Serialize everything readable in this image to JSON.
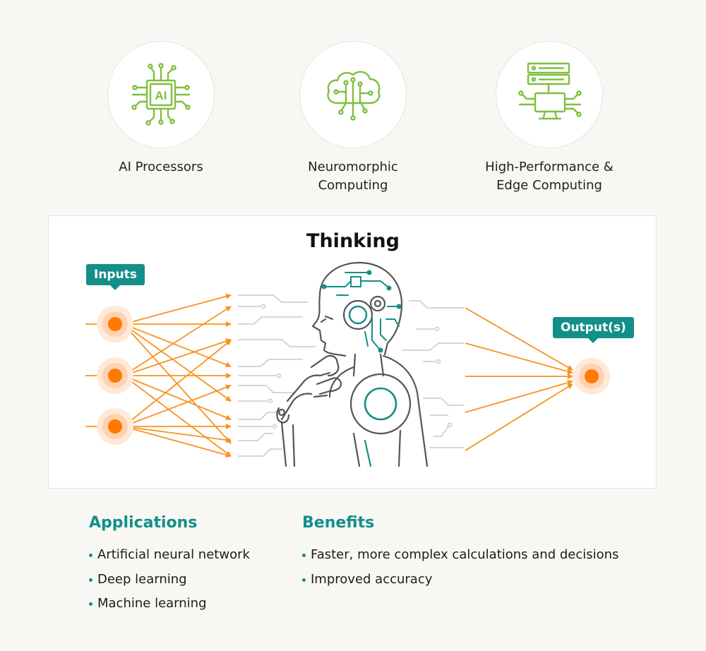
{
  "features": [
    {
      "label": "AI Processors",
      "icon": "ai-chip-icon",
      "icon_text": "AI"
    },
    {
      "label_lines": [
        "Neuromorphic",
        "Computing"
      ],
      "icon": "brain-cloud-circuit-icon"
    },
    {
      "label_lines": [
        "High-Performance &",
        "Edge Computing"
      ],
      "icon": "server-monitor-icon"
    }
  ],
  "diagram": {
    "title": "Thinking",
    "inputs_tag": "Inputs",
    "outputs_tag": "Output(s)",
    "colors": {
      "accent": "#138f8a",
      "arrow": "#f7931e",
      "node": "#ff7a00",
      "line": "#555555",
      "icon_green": "#7fbf3f"
    }
  },
  "applications": {
    "heading": "Applications",
    "items": [
      "Artificial neural network",
      "Deep learning",
      "Machine learning"
    ]
  },
  "benefits": {
    "heading": "Benefits",
    "items": [
      "Faster, more complex calculations and decisions",
      "Improved accuracy"
    ]
  }
}
